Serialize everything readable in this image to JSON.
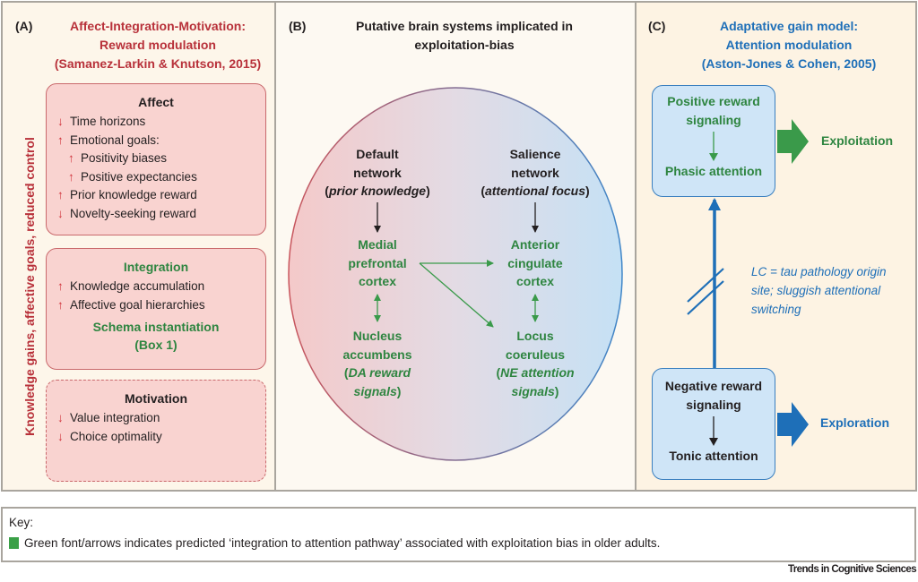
{
  "panel_a": {
    "label": "(A)",
    "title": [
      "Affect-Integration-Motivation:",
      "Reward modulation",
      "(Samanez-Larkin & Knutson, 2015)"
    ],
    "side_label": "Knowledge gains, affective goals, reduced  control",
    "affect": {
      "heading": "Affect",
      "items": [
        {
          "dir": "down",
          "glyph": "↓",
          "text": "Time horizons",
          "indent": false
        },
        {
          "dir": "up",
          "glyph": "↑",
          "text": "Emotional goals:",
          "indent": false
        },
        {
          "dir": "up",
          "glyph": "↑",
          "text": "Positivity biases",
          "indent": true
        },
        {
          "dir": "up",
          "glyph": "↑",
          "text": "Positive expectancies",
          "indent": true
        },
        {
          "dir": "up",
          "glyph": "↑",
          "text": "Prior knowledge reward",
          "indent": false
        },
        {
          "dir": "down",
          "glyph": "↓",
          "text": "Novelty-seeking reward",
          "indent": false
        }
      ]
    },
    "integration": {
      "heading": "Integration",
      "items": [
        {
          "dir": "up",
          "glyph": "↑",
          "text": "Knowledge accumulation"
        },
        {
          "dir": "up",
          "glyph": "↑",
          "text": "Affective goal hierarchies"
        }
      ],
      "footer": [
        "Schema instantiation",
        "(Box 1)"
      ]
    },
    "motivation": {
      "heading": "Motivation",
      "items": [
        {
          "dir": "down",
          "glyph": "↓",
          "text": "Value integration"
        },
        {
          "dir": "down",
          "glyph": "↓",
          "text": "Choice optimality"
        }
      ]
    }
  },
  "panel_b": {
    "label": "(B)",
    "title": [
      "Putative brain systems implicated in",
      "exploitation-bias"
    ],
    "default_network": {
      "line1": "Default",
      "line2": "network",
      "open": "(",
      "italic": "prior knowledge",
      "close": ")"
    },
    "salience_network": {
      "line1": "Salience",
      "line2": "network",
      "open": "(",
      "italic": "attentional focus",
      "close": ")"
    },
    "mpfc": [
      "Medial",
      "prefrontal",
      "cortex"
    ],
    "acc": [
      "Anterior",
      "cingulate",
      "cortex"
    ],
    "nacc": {
      "line1": "Nucleus",
      "line2": "accumbens",
      "open": "(",
      "italic1": "DA reward",
      "italic2": "signals",
      "close": ")"
    },
    "lc": {
      "line1": "Locus",
      "line2": "coeruleus",
      "open": "(",
      "italic1": "NE attention",
      "italic2": "signals",
      "close": ")"
    }
  },
  "panel_c": {
    "label": "(C)",
    "title": [
      "Adaptative gain model:",
      "Attention modulation",
      "(Aston-Jones & Cohen, 2005)"
    ],
    "positive_box": {
      "line1": "Positive reward",
      "line2": "signaling",
      "bottom": "Phasic attention"
    },
    "negative_box": {
      "line1": "Negative reward",
      "line2": "signaling",
      "bottom": "Tonic attention"
    },
    "exploitation": "Exploitation",
    "exploration": "Exploration",
    "annotation": [
      "LC = tau pathology origin",
      "site; sluggish attentional",
      "switching"
    ]
  },
  "key": {
    "heading": "Key:",
    "text": "Green font/arrows indicates predicted ‘integration to attention pathway’ associated with exploitation bias in older adults.",
    "swatch_color": "#3aa047"
  },
  "footer": "Trends in Cognitive Sciences",
  "colors": {
    "red": "#b8313a",
    "green": "#2e8540",
    "blue": "#1e6fb8",
    "arrow_red": "#d0343c"
  }
}
